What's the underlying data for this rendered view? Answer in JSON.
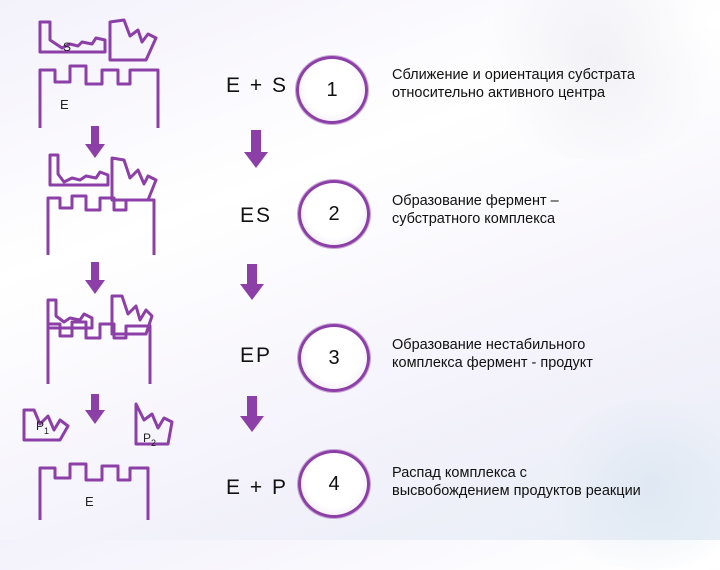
{
  "colors": {
    "accent": "#8d3fa8",
    "arrow": "#8d3fa8"
  },
  "labels": {
    "S": "S",
    "E_top": "E",
    "P1": "P",
    "P1_sub": "1",
    "P2": "P",
    "P2_sub": "2",
    "E_bottom": "E"
  },
  "stages": [
    {
      "equation": "E + S",
      "number": "1",
      "description_line1": "Сближение и ориентация субстрата",
      "description_line2": "относительно активного центра"
    },
    {
      "equation": "ES",
      "number": "2",
      "description_line1": "Образование фермент –",
      "description_line2": "субстратного комплекса"
    },
    {
      "equation": "EP",
      "number": "3",
      "description_line1": "Образование нестабильного",
      "description_line2": "комплекса фермент - продукт"
    },
    {
      "equation": "E + P",
      "number": "4",
      "description_line1": "Распад комплекса с",
      "description_line2": "высвобождением продуктов реакции"
    }
  ]
}
